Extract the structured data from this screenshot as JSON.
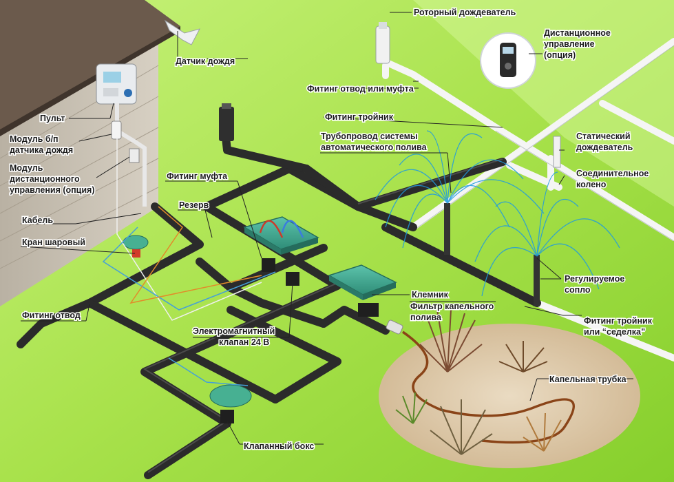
{
  "labels": {
    "rotor_sprinkler": "Роторный дождеватель",
    "remote_control_1": "Дистанционное",
    "remote_control_2": "управление",
    "remote_control_3": "(опция)",
    "rain_sensor": "Датчик дождя",
    "elbow_or_coupling": "Фитинг отвод или муфта",
    "controller": "Пульт",
    "tee_fitting": "Фитинг тройник",
    "wireless_module_1": "Модуль б/п",
    "wireless_module_2": "датчика дождя",
    "pipeline_1": "Трубопровод системы",
    "pipeline_2": "автоматического полива",
    "remote_module_1": "Модуль",
    "remote_module_2": "дистанционного",
    "remote_module_3": "управления (опция)",
    "static_sprinkler_1": "Статический",
    "static_sprinkler_2": "дождеватель",
    "coupling_fitting": "Фитинг муфта",
    "connector_elbow_1": "Соединительное",
    "connector_elbow_2": "колено",
    "reserve": "Резерв",
    "cable": "Кабель",
    "ball_valve": "Кран шаровый",
    "adjustable_nozzle_1": "Регулируемое",
    "adjustable_nozzle_2": "сопло",
    "elbow_fitting": "Фитинг отвод",
    "terminal": "Клемник",
    "drip_filter_1": "Фильтр капельного",
    "drip_filter_2": "полива",
    "tee_or_saddle_1": "Фитинг тройник",
    "tee_or_saddle_2": "или “седелка”",
    "solenoid_valve_1": "Электромагнитный",
    "solenoid_valve_2": "клапан 24 В",
    "drip_tube": "Капельная трубка",
    "valve_box": "Клапанный бокс"
  },
  "colors": {
    "lawn_light": "#b6ec5a",
    "lawn_dark": "#7fcb2e",
    "wall": "#c9c2b5",
    "roof": "#6b5a4c",
    "pvc_pipe": "#f2f2f2",
    "poly_pipe": "#2b2b2b",
    "valve_box_lid": "#3fa58f",
    "spray": "#1e9be0",
    "soil": "#d9c4a4",
    "drip_tube": "#8a4418"
  }
}
